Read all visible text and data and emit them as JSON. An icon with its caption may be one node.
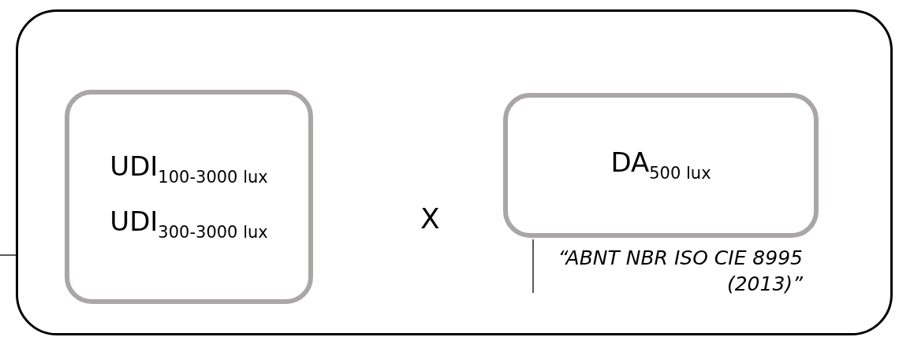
{
  "diagram": {
    "nodes": [
      {
        "text": [],
        "shape": "box"
      },
      {
        "text": [
          "UDI$_{100-3000 lux}$",
          "UDI$_{300-3000 lux}$"
        ],
        "in": 0
      },
      {
        "text": [
          "DA$_{500 lux}$"
        ],
        "in": 0,
        "beside": [
          "“ABNT NBR ISO CIE 8995 (2013)”"
        ]
      }
    ],
    "edges": [],
    "labels": [
      "X"
    ]
  }
}
